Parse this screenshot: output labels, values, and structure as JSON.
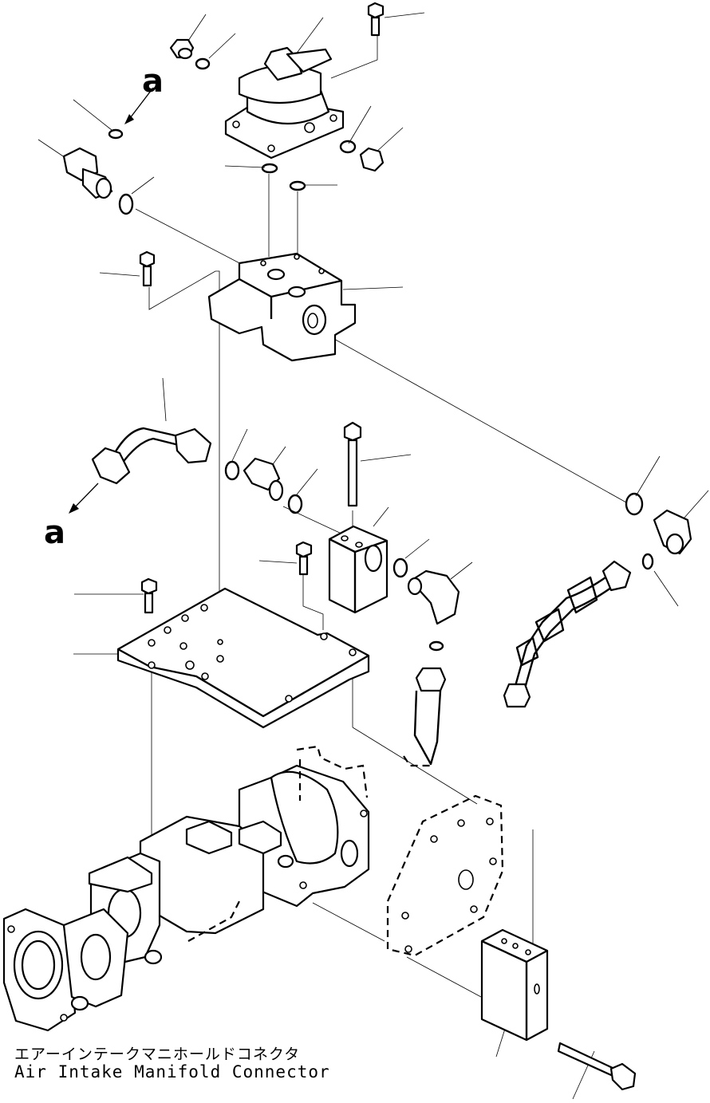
{
  "caption": {
    "japanese": "エアーインテークマニホールドコネクタ",
    "english": "Air Intake Manifold Connector"
  },
  "reference_marks": {
    "top": "a",
    "bottom": "a"
  }
}
